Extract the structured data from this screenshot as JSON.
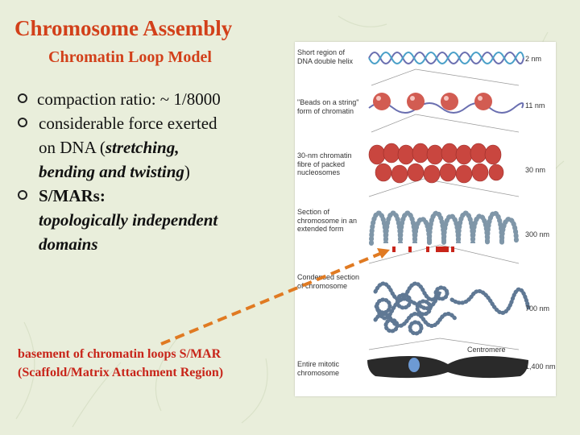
{
  "slide": {
    "title": "Chromosome Assembly",
    "subtitle": "Chromatin Loop Model",
    "bullets": [
      {
        "lines": [
          "compaction ratio:  ~ 1/8000"
        ]
      },
      {
        "line1": "considerable force exerted",
        "line2a": "on  DNA (",
        "line2b": "stretching,",
        "line3a": "bending and twisting",
        "line3b": ")"
      },
      {
        "line1": "S/MARs:",
        "line2": "topologically independent",
        "line3": "domains"
      }
    ],
    "caption_line1": "basement of chromatin loops S/MAR",
    "caption_line2": "(Scaffold/Matrix Attachment Region)"
  },
  "figure": {
    "levels": [
      {
        "label": "Short region of\nDNA double helix",
        "size": "2 nm"
      },
      {
        "label": "\"Beads on a string\"\nform of chromatin",
        "size": "11 nm"
      },
      {
        "label": "30-nm chromatin\nfibre of packed\nnucleosomes",
        "size": "30 nm"
      },
      {
        "label": "Section of\nchromosome in an\nextended form",
        "size": "300 nm"
      },
      {
        "label": "Condensed section\nof chromosome",
        "size": "700 nm"
      },
      {
        "label": "Entire mitotic\nchromosome",
        "size": "1,400 nm"
      }
    ],
    "centromere_label": "Centromere"
  },
  "colors": {
    "title": "#d2401a",
    "caption": "#c8251a",
    "arrow": "#e07a22",
    "nucleosome": "#c9463f",
    "background": "#e9eedb"
  }
}
